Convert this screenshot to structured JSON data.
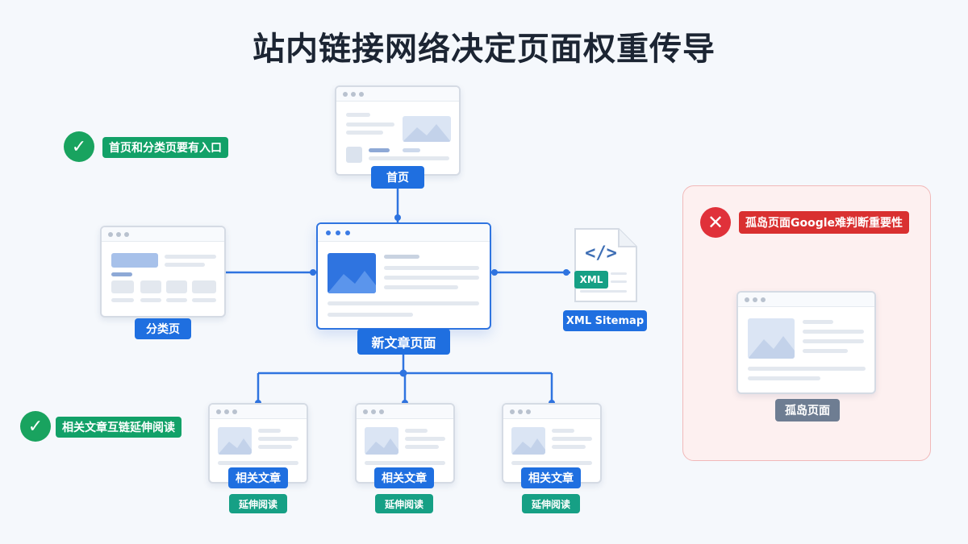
{
  "title": "站内链接网络决定页面权重传导",
  "notes": {
    "home_entry": "首页和分类页要有入口",
    "related_links": "相关文章互链延伸阅读",
    "orphan_warning": "孤岛页面Google难判断重要性"
  },
  "nodes": {
    "home": "首页",
    "category": "分类页",
    "new_article": "新文章页面",
    "sitemap": "XML Sitemap",
    "sitemap_badge": "XML",
    "sitemap_glyph": "</>",
    "orphan": "孤岛页面"
  },
  "related": [
    {
      "label": "相关文章",
      "tag": "延伸阅读"
    },
    {
      "label": "相关文章",
      "tag": "延伸阅读"
    },
    {
      "label": "相关文章",
      "tag": "延伸阅读"
    }
  ],
  "icons": {
    "check": "✓",
    "cross": "✕"
  },
  "colors": {
    "link_blue": "#2f74e0",
    "label_blue": "#1f6fe0",
    "tag_green": "#16a085",
    "ok_green": "#19a35f",
    "warn_red": "#e0313a",
    "orphan_gray": "#6e7d92"
  }
}
